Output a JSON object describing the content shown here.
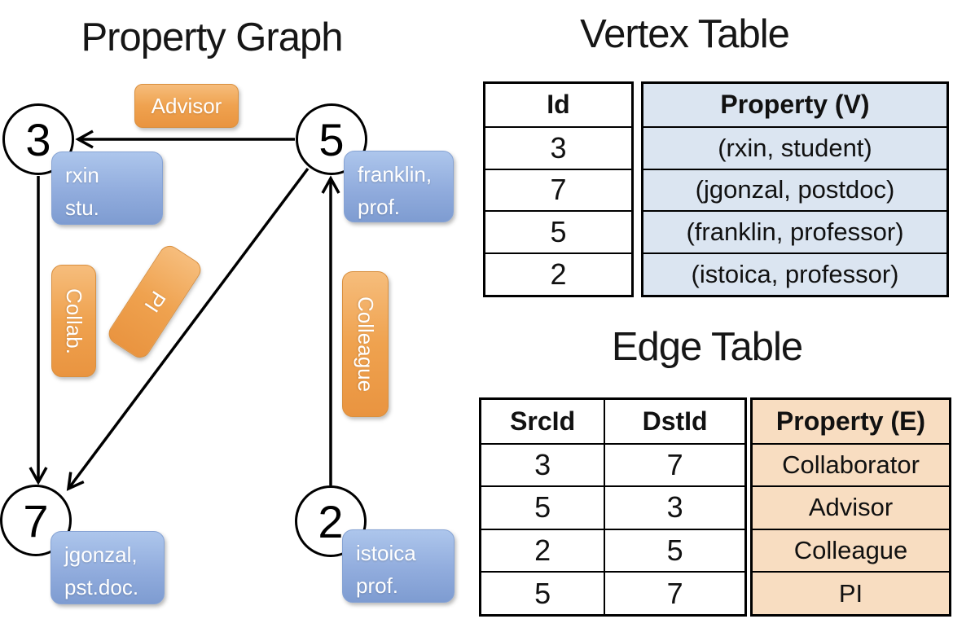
{
  "graph": {
    "title": "Property Graph",
    "nodes": [
      {
        "id": "3",
        "property": "rxin\nstu."
      },
      {
        "id": "5",
        "property": "franklin,\nprof."
      },
      {
        "id": "7",
        "property": "jgonzal,\npst.doc."
      },
      {
        "id": "2",
        "property": "istoica\nprof."
      }
    ],
    "edges": [
      {
        "src": "5",
        "dst": "3",
        "label": "Advisor"
      },
      {
        "src": "3",
        "dst": "7",
        "label": "Collab."
      },
      {
        "src": "5",
        "dst": "7",
        "label": "PI"
      },
      {
        "src": "2",
        "dst": "5",
        "label": "Colleague"
      }
    ]
  },
  "vertex_table": {
    "title": "Vertex Table",
    "columns": [
      "Id",
      "Property (V)"
    ],
    "rows": [
      [
        "3",
        "(rxin, student)"
      ],
      [
        "7",
        "(jgonzal, postdoc)"
      ],
      [
        "5",
        "(franklin, professor)"
      ],
      [
        "2",
        "(istoica, professor)"
      ]
    ]
  },
  "edge_table": {
    "title": "Edge Table",
    "columns": [
      "SrcId",
      "DstId",
      "Property (E)"
    ],
    "rows": [
      [
        "3",
        "7",
        "Collaborator"
      ],
      [
        "5",
        "3",
        "Advisor"
      ],
      [
        "2",
        "5",
        "Colleague"
      ],
      [
        "5",
        "7",
        "PI"
      ]
    ]
  },
  "colors": {
    "edge_label_orange": "#EFA24F",
    "vertex_box_blue": "#8FABDC",
    "vertex_table_property_bg": "#DBE5F1",
    "edge_table_property_bg": "#F8DDC1",
    "line_black": "#000000"
  }
}
